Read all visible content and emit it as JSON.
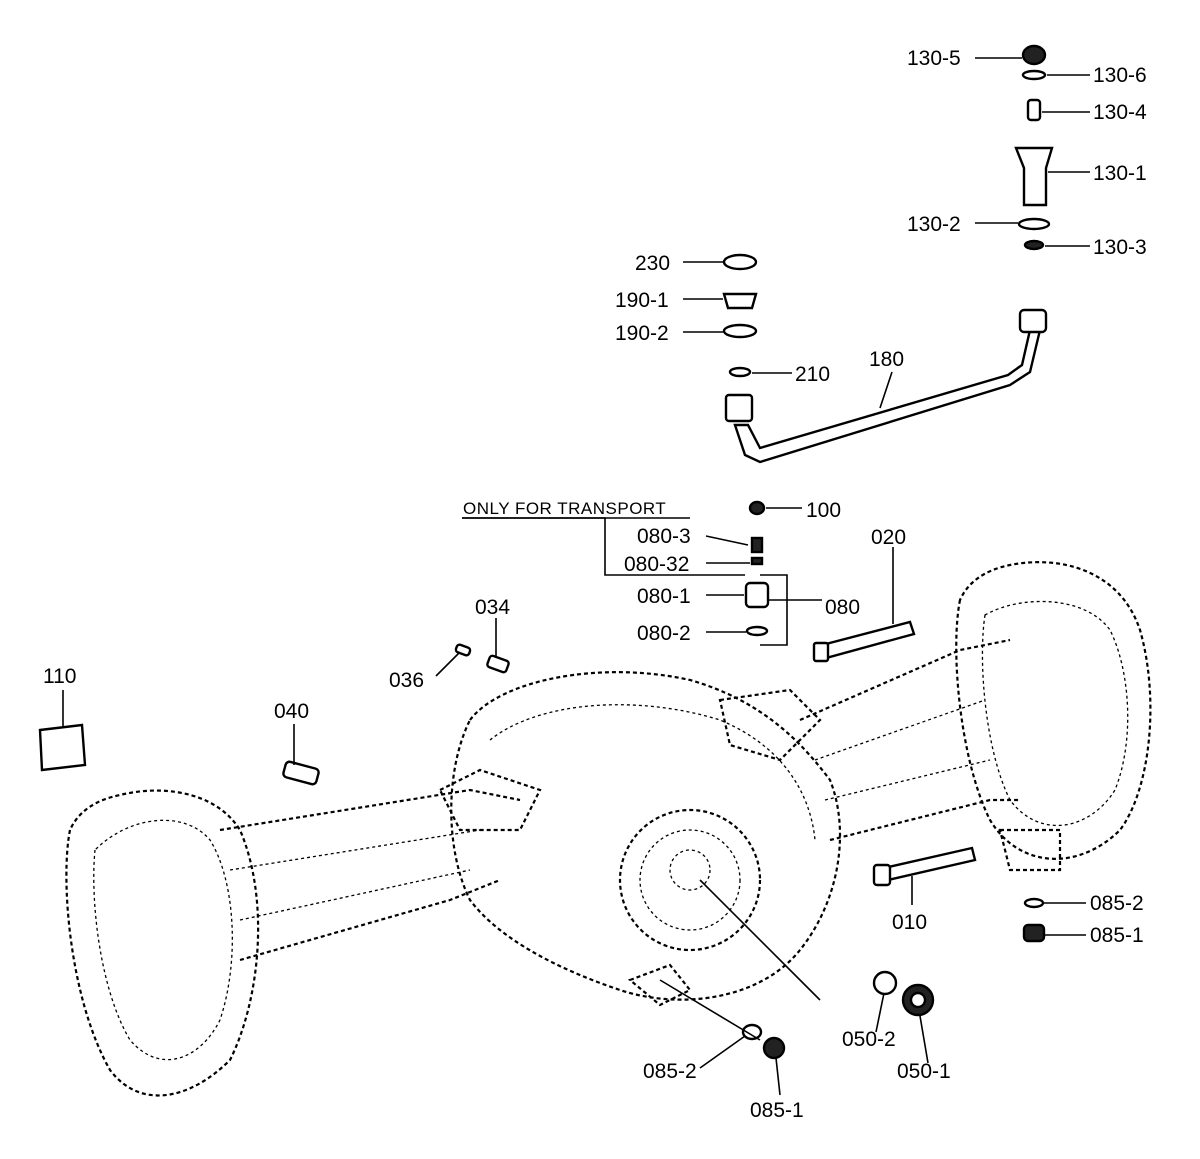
{
  "note": "ONLY FOR TRANSPORT",
  "labels": {
    "p130_5": "130-5",
    "p130_6": "130-6",
    "p130_4": "130-4",
    "p130_1": "130-1",
    "p130_2": "130-2",
    "p130_3": "130-3",
    "p230": "230",
    "p190_1": "190-1",
    "p190_2": "190-2",
    "p210": "210",
    "p180": "180",
    "p100": "100",
    "p080_3": "080-3",
    "p080_32": "080-32",
    "p080_1": "080-1",
    "p080": "080",
    "p080_2": "080-2",
    "p020": "020",
    "p034": "034",
    "p036": "036",
    "p110": "110",
    "p040": "040",
    "p085_2_right": "085-2",
    "p085_1_right": "085-1",
    "p010": "010",
    "p050_2": "050-2",
    "p050_1": "050-1",
    "p085_2_bottom": "085-2",
    "p085_1_bottom": "085-1"
  }
}
